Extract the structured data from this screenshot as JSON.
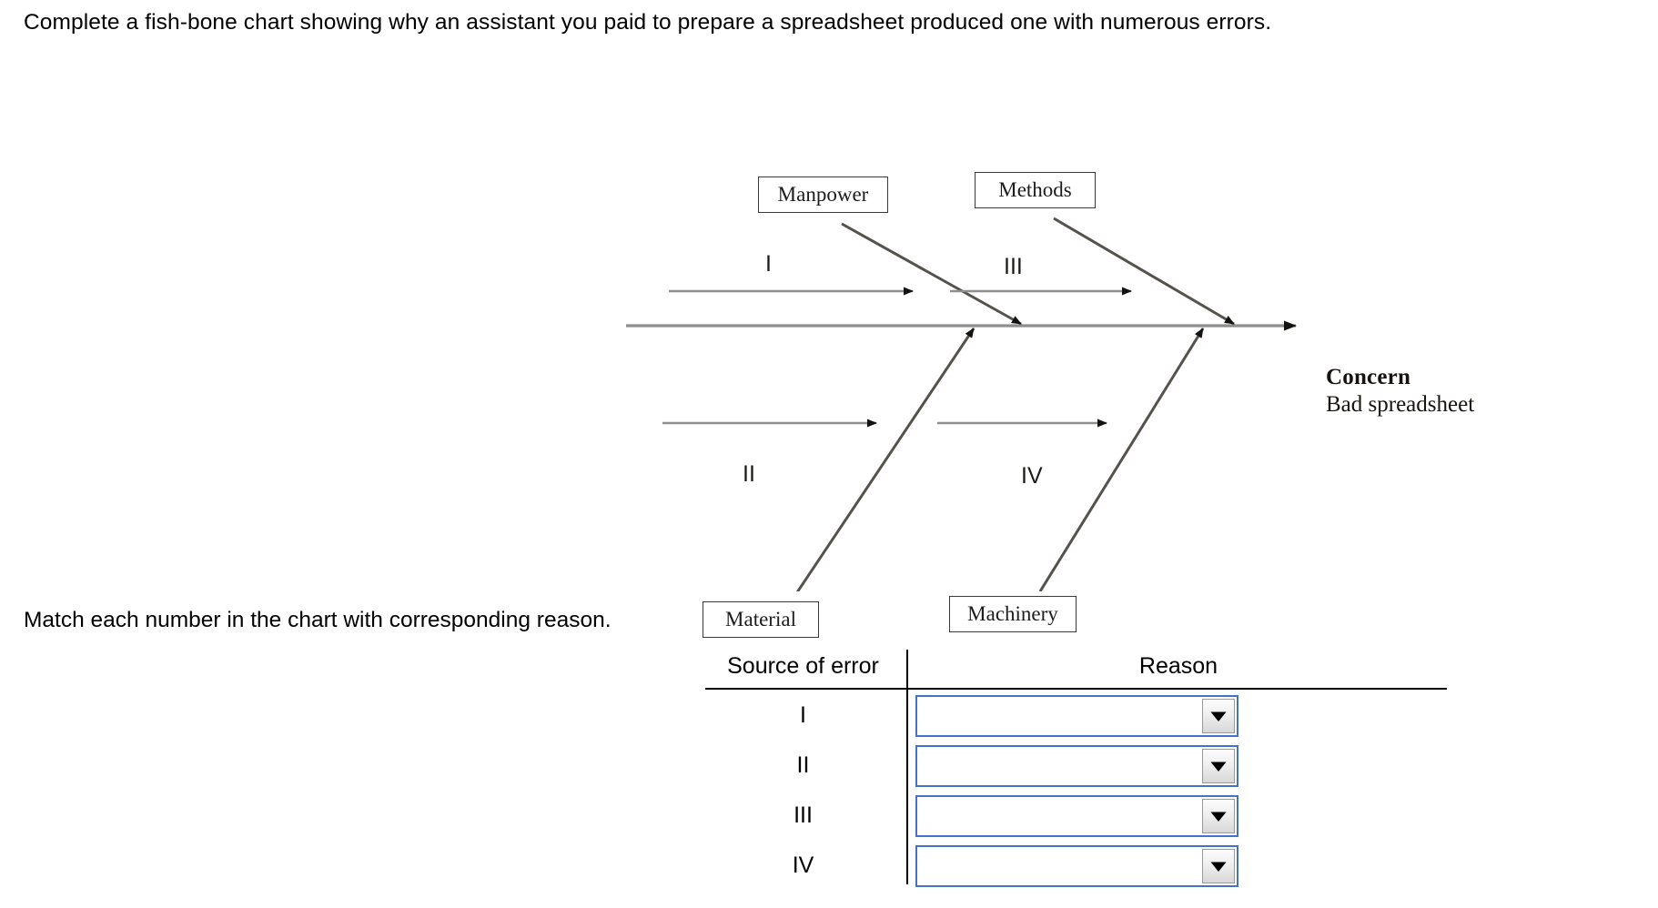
{
  "prompt": {
    "text": "Complete a fish-bone chart showing why an assistant you paid to prepare a spreadsheet produced one with numerous errors."
  },
  "chart_data": {
    "type": "diagram",
    "diagram_kind": "fishbone",
    "title": "",
    "effect": {
      "heading": "Concern",
      "value": "Bad spreadsheet"
    },
    "categories": [
      {
        "label": "Manpower",
        "position": "top-left",
        "bone_number": "I"
      },
      {
        "label": "Methods",
        "position": "top-right",
        "bone_number": "III"
      },
      {
        "label": "Material",
        "position": "bottom-left",
        "bone_number": "II"
      },
      {
        "label": "Machinery",
        "position": "bottom-right",
        "bone_number": "IV"
      }
    ],
    "bone_numbers": [
      "I",
      "II",
      "III",
      "IV"
    ],
    "spine_label": "Bad spreadsheet"
  },
  "match": {
    "instruction": "Match each number in the chart with corresponding reason.",
    "columns": {
      "source": "Source of error",
      "reason": "Reason"
    },
    "rows": [
      {
        "source": "I",
        "reason_value": ""
      },
      {
        "source": "II",
        "reason_value": ""
      },
      {
        "source": "III",
        "reason_value": ""
      },
      {
        "source": "IV",
        "reason_value": ""
      }
    ]
  },
  "colors": {
    "select_border": "#4472c4",
    "line": "#6e6e6e",
    "text": "#000000"
  }
}
